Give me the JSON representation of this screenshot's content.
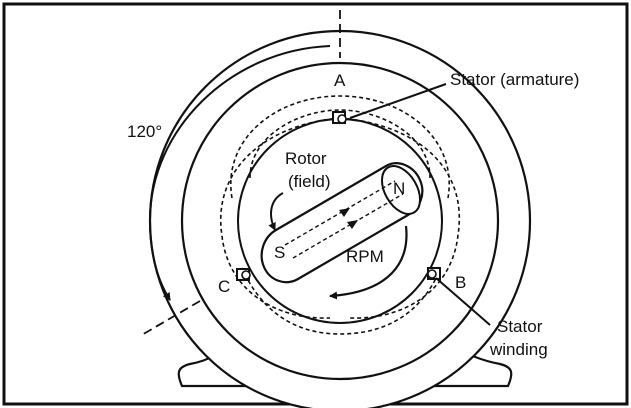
{
  "labels": {
    "angle": "120°",
    "pole_a": "A",
    "pole_b": "B",
    "pole_c": "C",
    "stator_armature": "Stator (armature)",
    "rotor_line1": "Rotor",
    "rotor_line2": "(field)",
    "north_pole": "N",
    "south_pole": "S",
    "rpm": "RPM",
    "stator_winding_line1": "Stator",
    "stator_winding_line2": "winding"
  },
  "colors": {
    "ink": "#111111",
    "background": "#ffffff"
  }
}
